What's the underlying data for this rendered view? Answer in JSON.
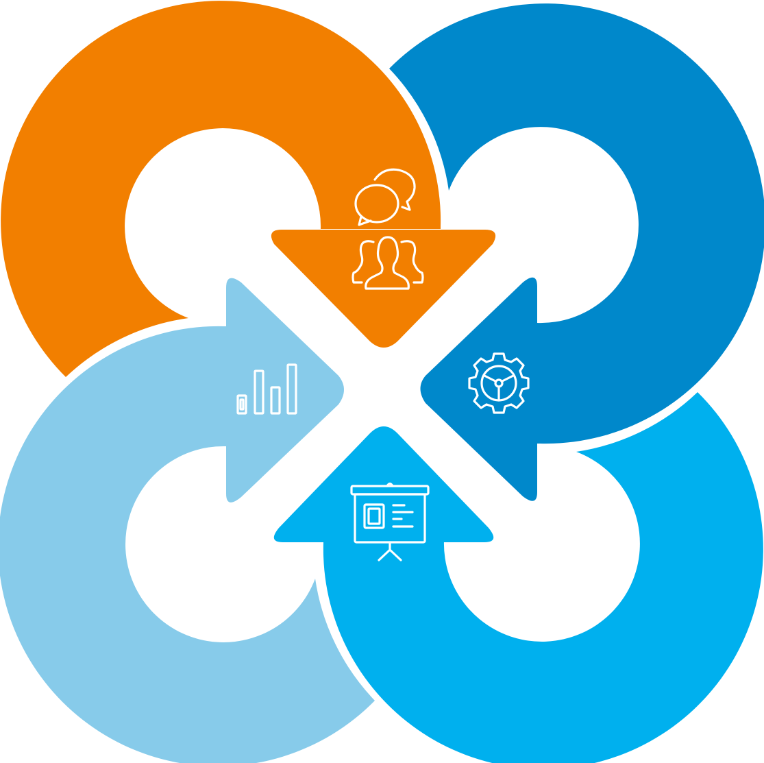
{
  "diagram": {
    "background": "#ffffff",
    "segments": [
      {
        "id": "top-left",
        "color": "#F27F00",
        "icon": "people-chat-icon",
        "arrow_direction": "down"
      },
      {
        "id": "top-right",
        "color": "#0088CB",
        "icon": "gear-wheel-icon",
        "arrow_direction": "left"
      },
      {
        "id": "bottom-right",
        "color": "#00B0EE",
        "icon": "presentation-icon",
        "arrow_direction": "up"
      },
      {
        "id": "bottom-left",
        "color": "#87CBEA",
        "icon": "bar-chart-icon",
        "arrow_direction": "right"
      }
    ]
  }
}
